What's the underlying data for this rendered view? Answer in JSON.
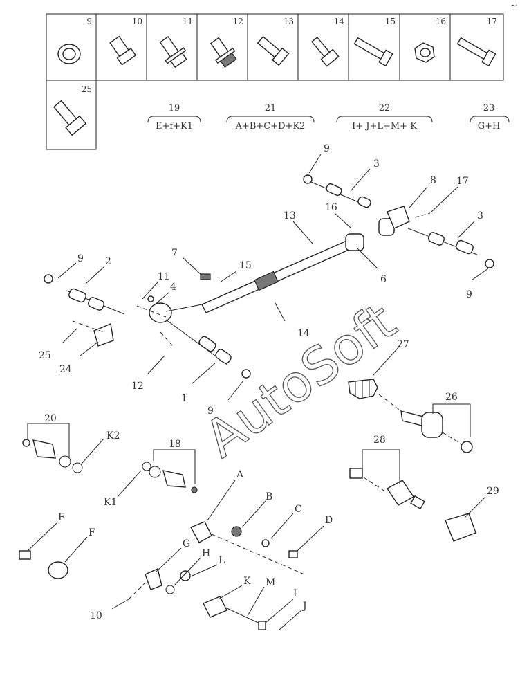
{
  "watermark": "AutoSoft",
  "corner_mark": "~",
  "table_cells": [
    "9",
    "10",
    "11",
    "12",
    "13",
    "14",
    "15",
    "16",
    "17",
    "25"
  ],
  "groups": [
    {
      "num": "19",
      "formula": "E+f+K1"
    },
    {
      "num": "21",
      "formula": "A+B+C+D+K2"
    },
    {
      "num": "22",
      "formula": "I+ J+L+M+ K"
    },
    {
      "num": "23",
      "formula": "G+H"
    }
  ],
  "callouts": [
    "9",
    "3",
    "8",
    "17",
    "16",
    "3",
    "13",
    "6",
    "9",
    "7",
    "15",
    "9",
    "2",
    "11",
    "4",
    "14",
    "25",
    "24",
    "12",
    "1",
    "9",
    "27",
    "26",
    "20",
    "K2",
    "18",
    "K1",
    "A",
    "B",
    "C",
    "D",
    "28",
    "29",
    "E",
    "F",
    "G",
    "H",
    "L",
    "K",
    "M",
    "I",
    "J",
    "10"
  ]
}
